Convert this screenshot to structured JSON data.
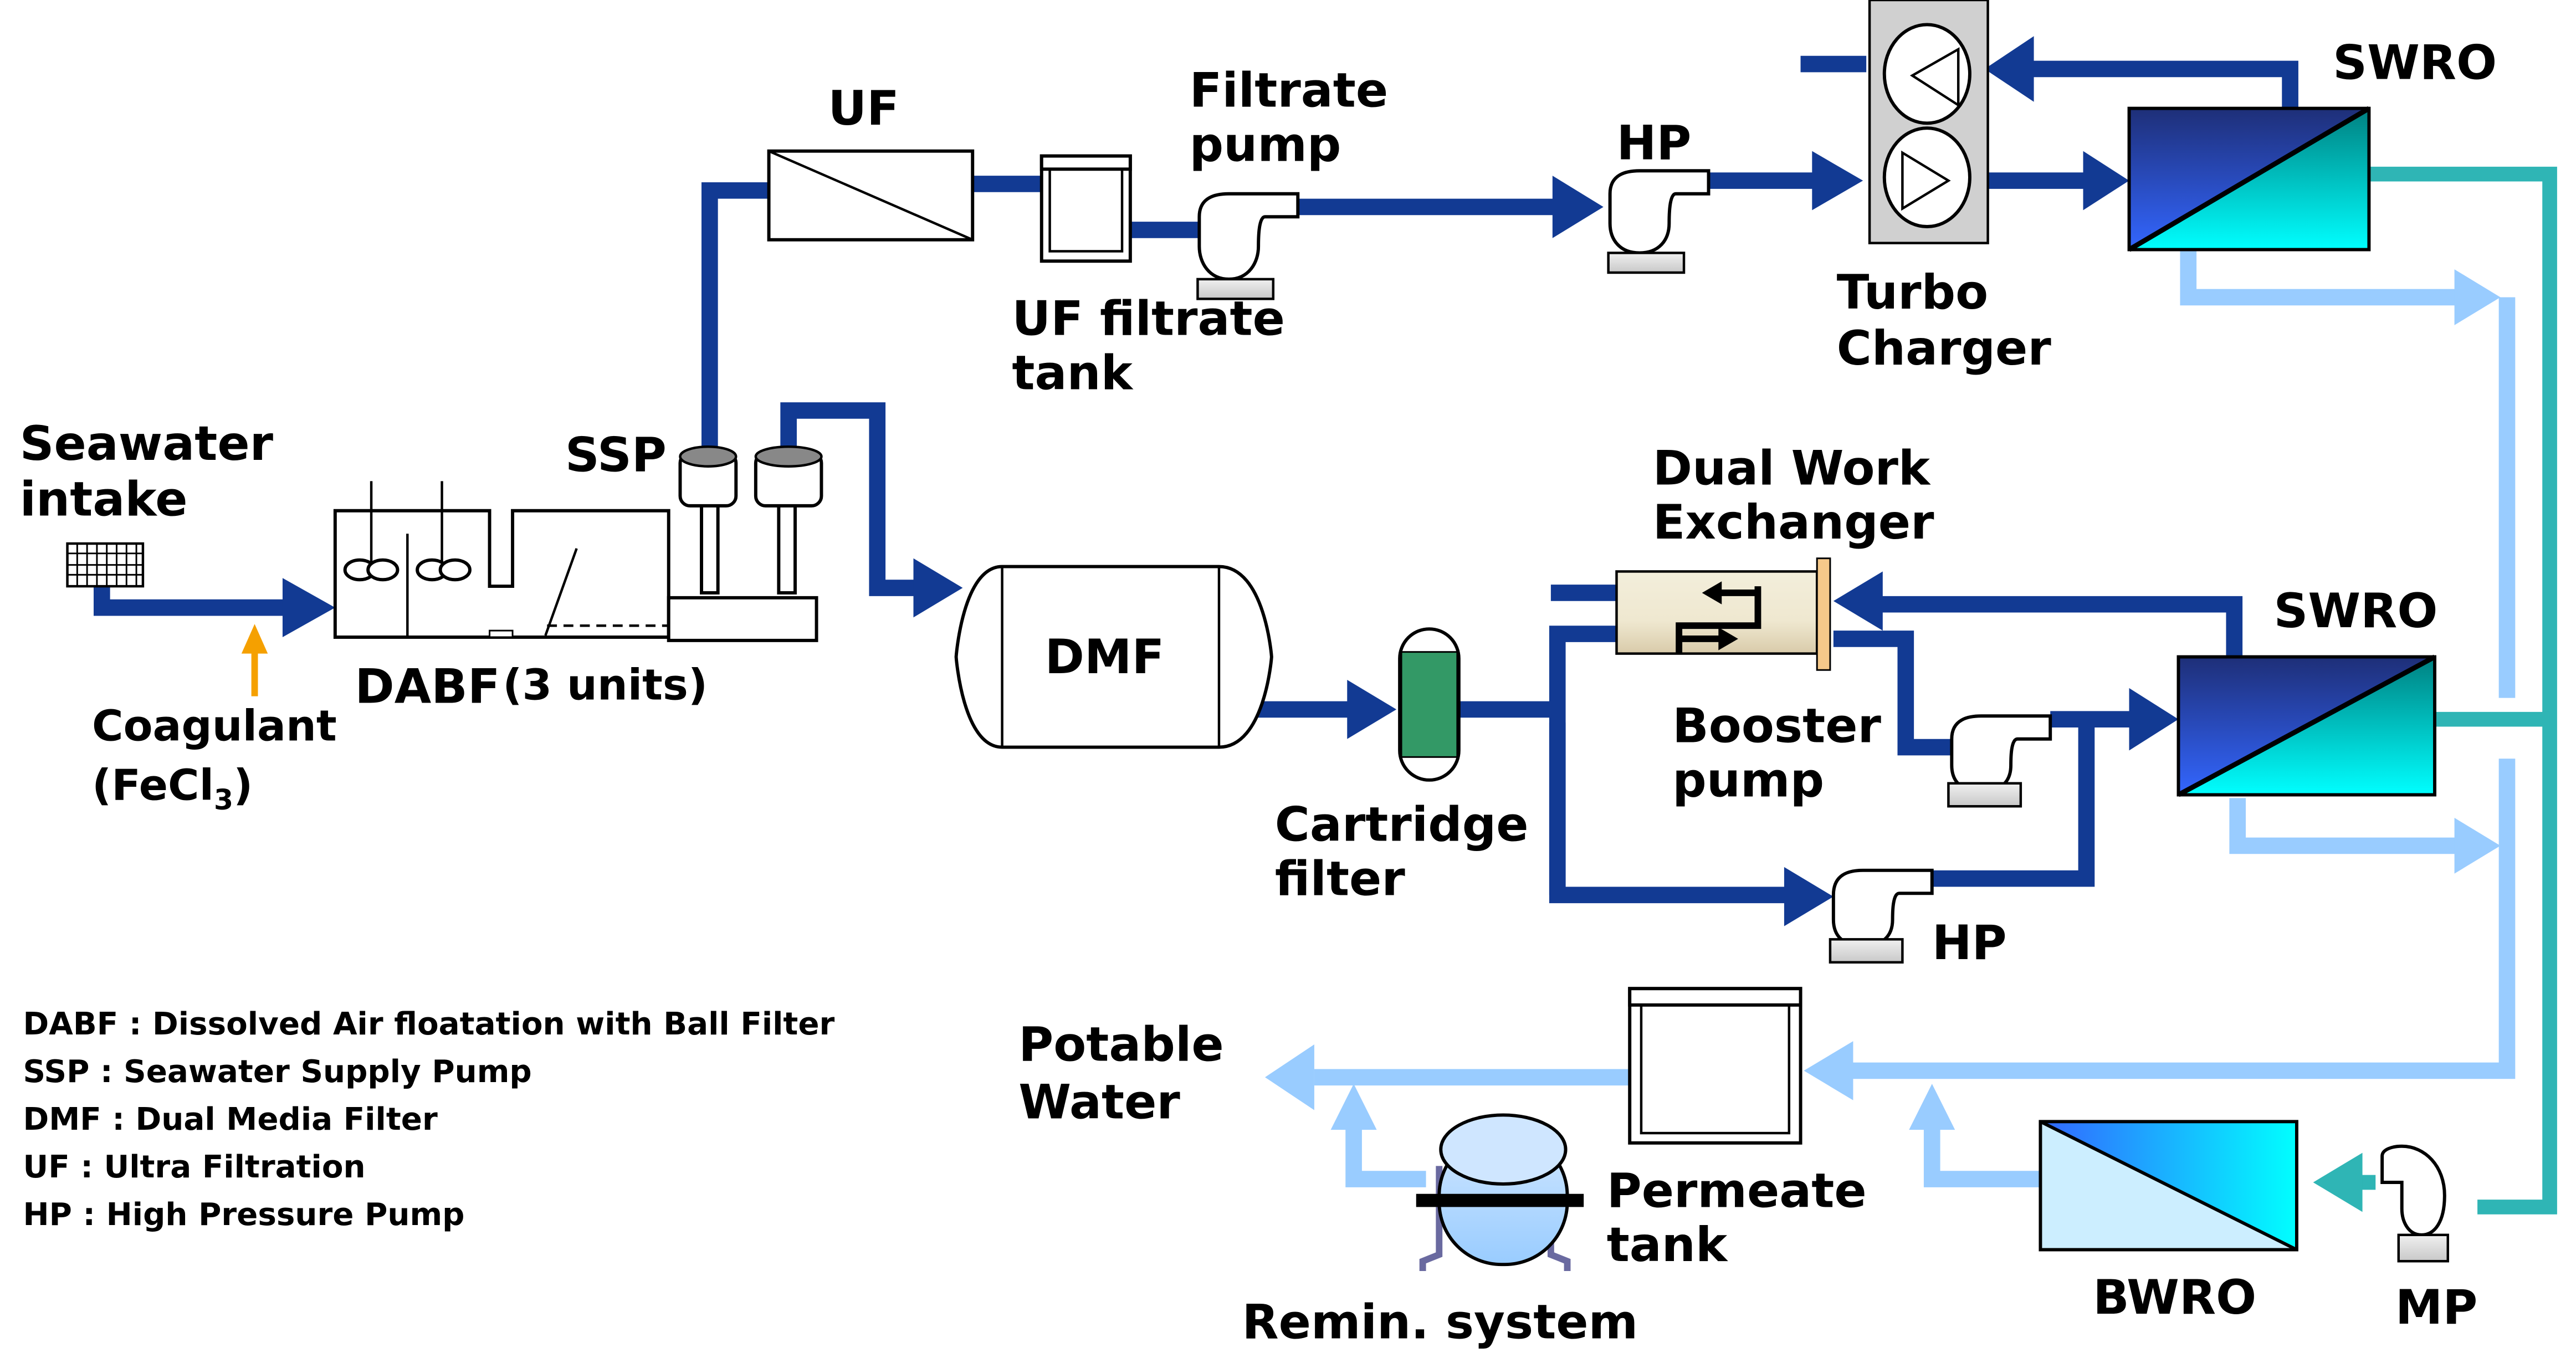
{
  "diagram": {
    "type": "process-flow",
    "title": "Seawater desalination pilot plant process flow",
    "colors": {
      "feed_pipe": "#123a93",
      "permeate_pipe": "#99ccff",
      "concentrate_pipe": "#2fb5b5",
      "coagulant_arrow": "#f5a000",
      "cartridge_filter": "#339966",
      "turbo_charger_body": "#d0d0d0",
      "dwe_body": "#efe8d0",
      "dwe_plate": "#f5c98a",
      "remin_tank": "#a8d4ff",
      "remin_legs": "#6a6aa0"
    },
    "labels": {
      "seawater_intake_l1": "Seawater",
      "seawater_intake_l2": "intake",
      "coagulant_l1": "Coagulant",
      "coagulant_l2": "(FeCl",
      "coagulant_sub": "3",
      "coagulant_close": ")",
      "dabf": "DABF",
      "dabf_units": "(3 units)",
      "ssp": "SSP",
      "uf": "UF",
      "uf_tank_l1": "UF filtrate",
      "uf_tank_l2": "tank",
      "filtrate_pump_l1": "Filtrate",
      "filtrate_pump_l2": "pump",
      "hp_top": "HP",
      "turbo_l1": "Turbo",
      "turbo_l2": "Charger",
      "swro_top": "SWRO",
      "dmf": "DMF",
      "cartridge_l1": "Cartridge",
      "cartridge_l2": "filter",
      "dwe_l1": "Dual Work",
      "dwe_l2": "Exchanger",
      "booster_l1": "Booster",
      "booster_l2": "pump",
      "swro_mid": "SWRO",
      "hp_mid": "HP",
      "potable_l1": "Potable",
      "potable_l2": "Water",
      "permeate_tank_l1": "Permeate",
      "permeate_tank_l2": "tank",
      "remin": "Remin. system",
      "bwro": "BWRO",
      "mp": "MP"
    },
    "legend": [
      "DABF : Dissolved Air floatation with Ball Filter",
      "SSP : Seawater  Supply  Pump",
      "DMF : Dual  Media Filter",
      "UF : Ultra Filtration",
      "HP : High Pressure  Pump"
    ]
  }
}
